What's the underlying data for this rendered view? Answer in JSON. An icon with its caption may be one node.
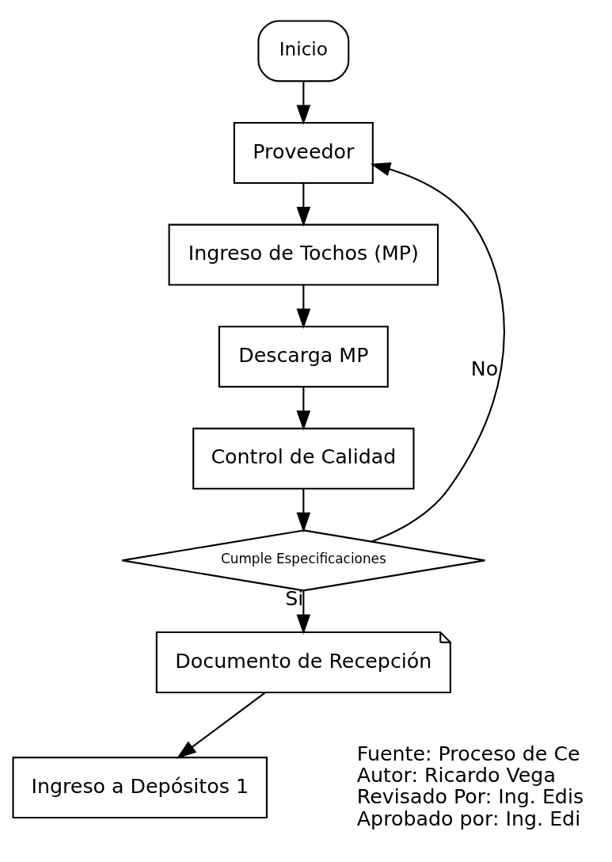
{
  "diagram": {
    "nodes": [
      {
        "text": [
          "Inicio"
        ]
      },
      {
        "text": [
          "Proveedor"
        ]
      },
      {
        "text": [
          "Ingreso de Tochos (MP)"
        ]
      },
      {
        "text": [
          "Descarga MP"
        ]
      },
      {
        "text": [
          "Control de Calidad"
        ]
      },
      {
        "text": [
          "Cumple Especificaciones"
        ]
      },
      {
        "text": [
          "Documento de Recepción"
        ]
      },
      {
        "text": [
          "Ingreso a Depósitos 1"
        ]
      }
    ],
    "edges": [
      {
        "from": 0,
        "to": 1,
        "arrow": "to"
      },
      {
        "from": 1,
        "to": 2,
        "arrow": "to"
      },
      {
        "from": 2,
        "to": 3,
        "arrow": "to"
      },
      {
        "from": 3,
        "to": 4,
        "arrow": "to"
      },
      {
        "from": 4,
        "to": 5,
        "arrow": "to"
      },
      {
        "from": 5,
        "to": 6,
        "label": "Si",
        "arrow": "to"
      },
      {
        "from": 5,
        "to": 1,
        "label": "No",
        "arrow": "to"
      },
      {
        "from": 6,
        "to": 7,
        "arrow": "to"
      }
    ],
    "labels": [
      "Fuente: Proceso de Ce",
      "Autor: Ricardo Vega",
      "Revisado Por: Ing. Edis",
      "Aprobado por: Ing. Edi"
    ]
  }
}
